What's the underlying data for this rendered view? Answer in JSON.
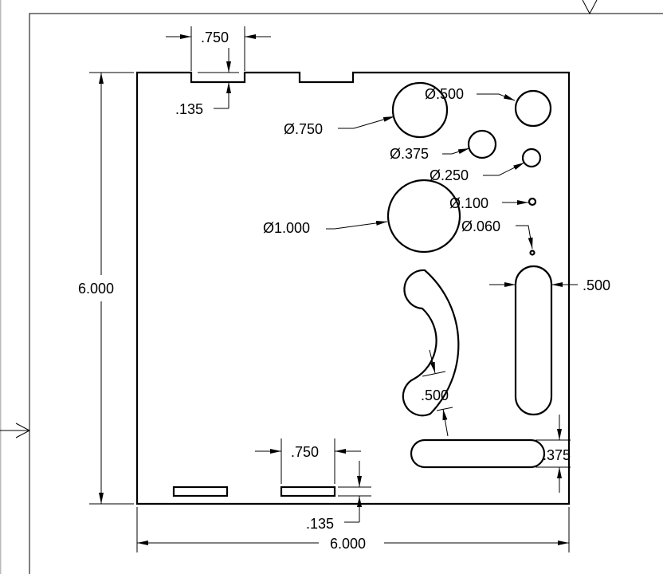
{
  "drawing": {
    "dims": {
      "top_notch_width": ".750",
      "top_notch_depth": ".135",
      "height": "6.000",
      "width": "6.000",
      "bottom_slot_width": ".750",
      "bottom_slot_height": ".135",
      "hole_0500": "Ø.500",
      "hole_0750": "Ø.750",
      "hole_0375": "Ø.375",
      "hole_0250": "Ø.250",
      "hole_0100": "Ø.100",
      "hole_1000": "Ø1.000",
      "hole_0060": "Ø.060",
      "vertical_slot_width": ".500",
      "arc_slot_width": ".500",
      "horizontal_slot_height": ".375"
    }
  }
}
